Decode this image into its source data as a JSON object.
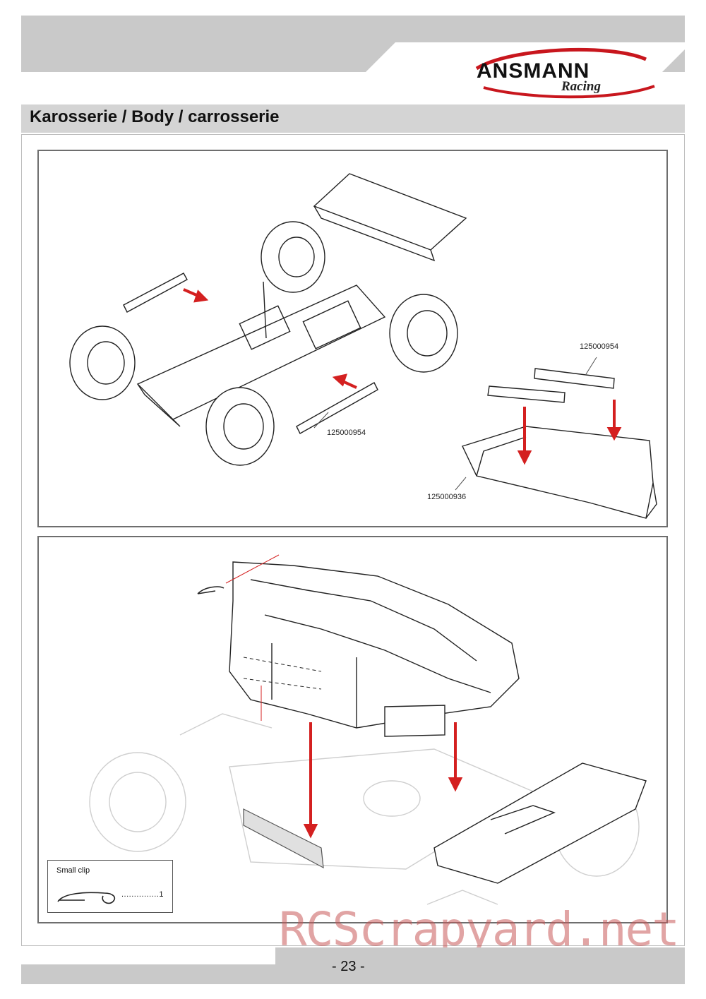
{
  "header": {
    "brand": "ANSMANN",
    "brand_sub": "Racing"
  },
  "section_title": "Karosserie / Body / carrosserie",
  "step1": {
    "part_numbers": [
      "125000954",
      "125000954",
      "125000936"
    ]
  },
  "step2": {
    "legend": {
      "label": "Small clip",
      "quantity": "...............1"
    }
  },
  "footer": {
    "page_number": "- 23 -"
  },
  "watermark": "RCScrapyard.net",
  "colors": {
    "arrow": "#d42020",
    "band": "#c9c9c9"
  }
}
